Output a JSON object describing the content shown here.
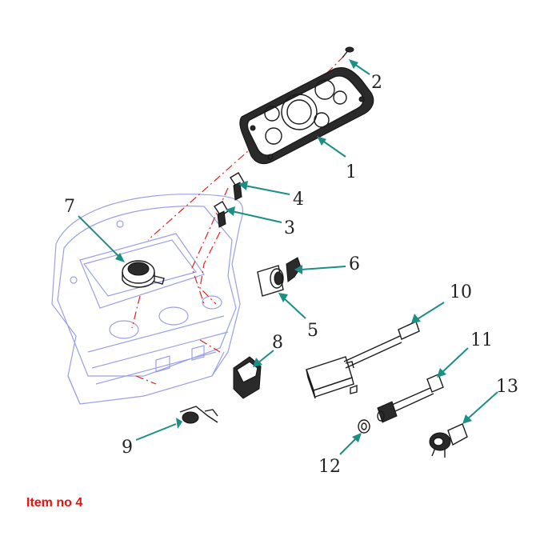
{
  "callouts": [
    {
      "id": "1",
      "label": "1"
    },
    {
      "id": "2",
      "label": "2"
    },
    {
      "id": "3",
      "label": "3"
    },
    {
      "id": "4",
      "label": "4"
    },
    {
      "id": "5",
      "label": "5"
    },
    {
      "id": "6",
      "label": "6"
    },
    {
      "id": "7",
      "label": "7"
    },
    {
      "id": "8",
      "label": "8"
    },
    {
      "id": "9",
      "label": "9"
    },
    {
      "id": "10",
      "label": "10"
    },
    {
      "id": "11",
      "label": "11"
    },
    {
      "id": "12",
      "label": "12"
    },
    {
      "id": "13",
      "label": "13"
    }
  ],
  "caption": "Item no 4",
  "colors": {
    "leader": "#1a8f85",
    "caption": "#e8120c",
    "housing": "#9aa0e6",
    "assembly_line": "#e02020"
  }
}
